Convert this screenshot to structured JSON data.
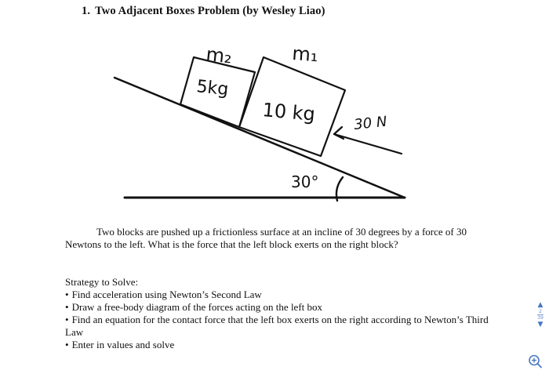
{
  "document": {
    "problem_number": "1.",
    "title": "Two Adjacent Boxes Problem (by Wesley Liao)",
    "problem_text": "Two blocks are pushed up a frictionless surface at an incline of 30 degrees by a force of 30 Newtons to the left. What is the force that the left block exerts on the right block?",
    "strategy_heading": "Strategy to Solve:",
    "strategy_steps": [
      "Find acceleration using Newton’s Second Law",
      "Draw a free-body diagram of the forces acting on the left box",
      "Find an equation for the contact force that the left box exerts on the right according to Newton’s Third Law",
      "Enter in values and solve"
    ],
    "bullet_glyph": "•"
  },
  "diagram": {
    "label_m2": "m₂",
    "label_m1": "m₁",
    "mass_left": "5kg",
    "mass_right": "10 kg",
    "force": "30 N",
    "angle": "30°"
  },
  "pager": {
    "current_page": "2",
    "total_pages": "39",
    "up_glyph": "▲",
    "down_glyph": "▼"
  },
  "icons": {
    "zoom": "zoom-in-icon"
  },
  "colors": {
    "accent": "#4a78c2"
  }
}
